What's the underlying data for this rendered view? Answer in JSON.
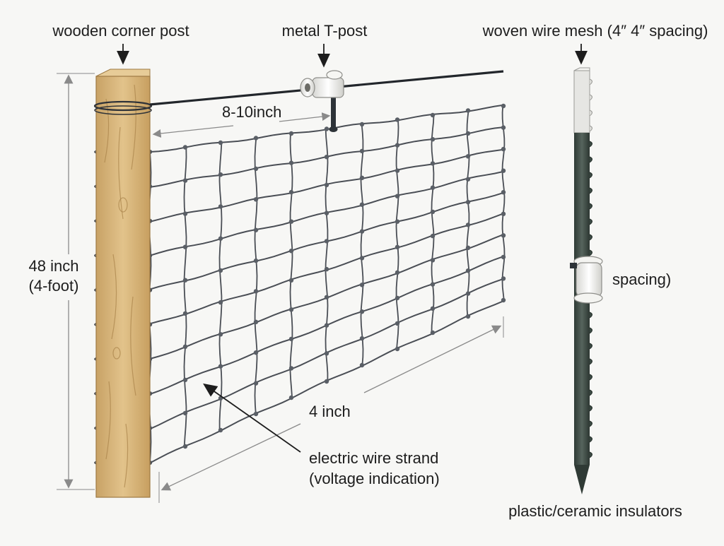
{
  "labels": {
    "wooden_corner_post": "wooden corner post",
    "metal_t_post": "metal T-post",
    "woven_wire_mesh": "woven wire mesh (4″ 4″ spacing)",
    "spacing": "spacing)",
    "gap_top": "8-10inch",
    "height_line1": "48 inch",
    "height_line2": "(4-foot)",
    "mesh_width": "4 inch",
    "electric_line1": "electric wire strand",
    "electric_line2": "(voltage indication)",
    "insulators": "plastic/ceramic insulators"
  },
  "colors": {
    "wood": "#d9b97e",
    "wood_dark": "#b8935a",
    "wire": "#4a4e55",
    "t_post": "#3c4a44",
    "t_post_top": "#e9e9e9",
    "insulator": "#f2f2f0",
    "dimension": "#8a8a8a",
    "background": "#f7f7f5"
  },
  "icons": [
    "down-arrow-icon",
    "insulator-icon",
    "t-post-icon",
    "wooden-post-icon"
  ]
}
